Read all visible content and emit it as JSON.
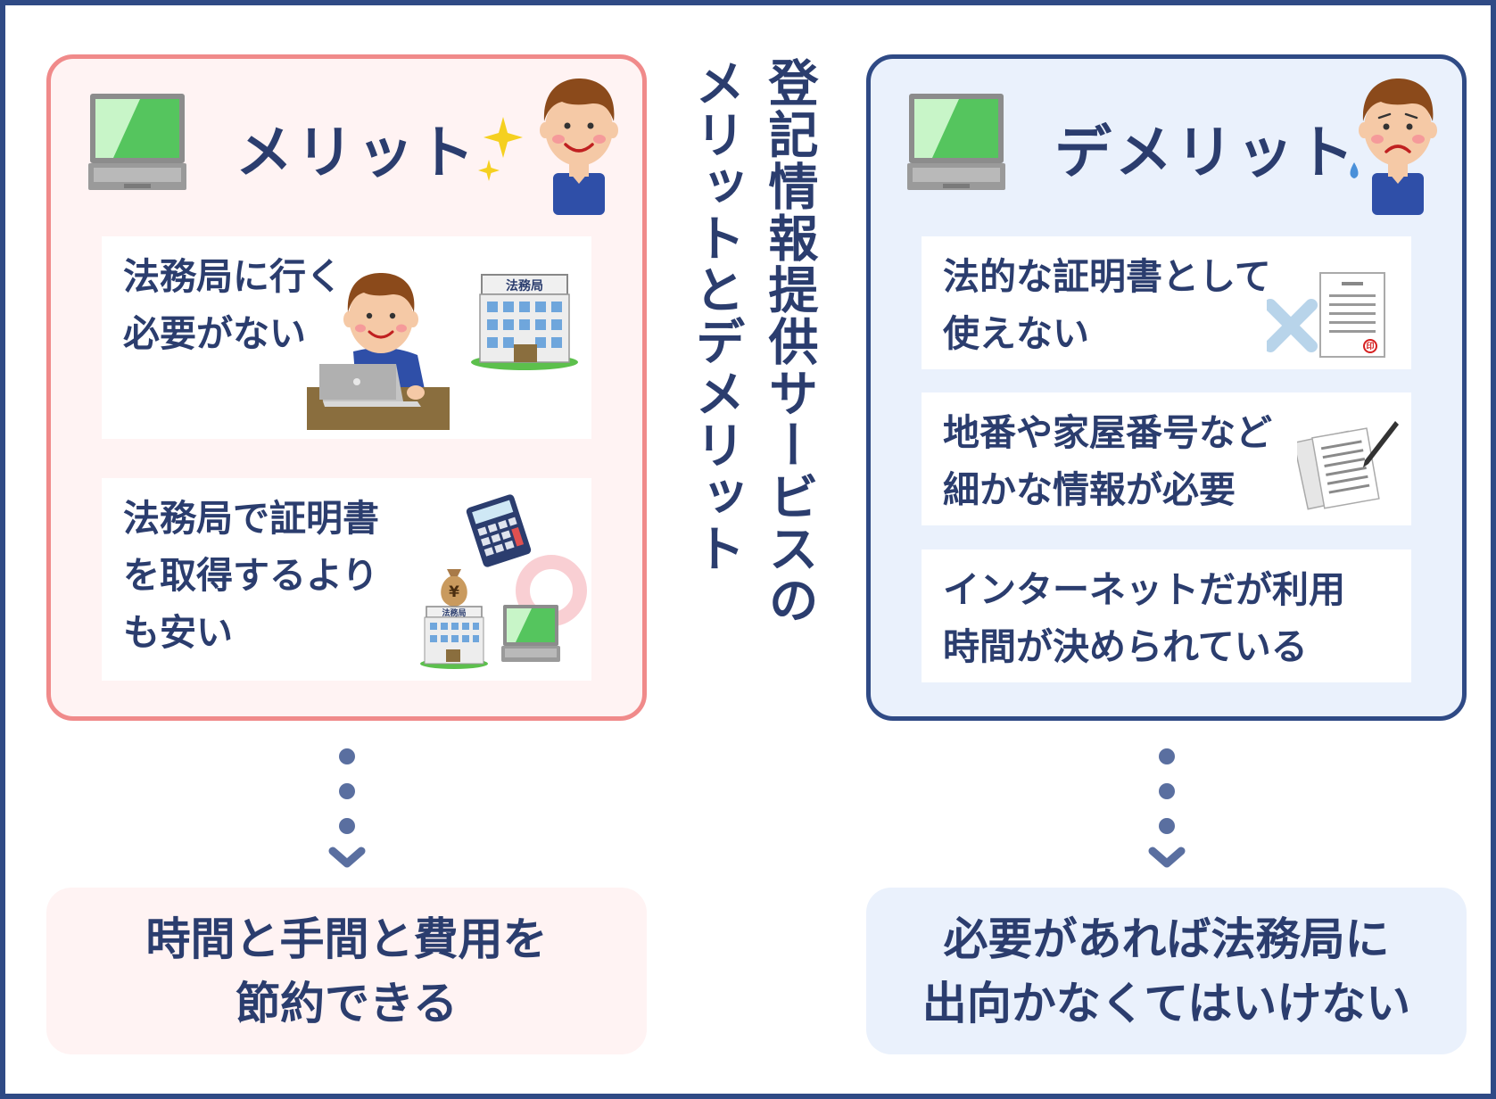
{
  "title": {
    "line1": "登記情報提供サービスの",
    "line2": "メリットとデメリット"
  },
  "merit": {
    "heading": "メリット",
    "items": [
      {
        "text": "法務局に行く\n必要がない"
      },
      {
        "text": "法務局で証明書\nを取得するより\nも安い"
      }
    ],
    "building_sign": "法務局",
    "building_sign_small": "法務局",
    "yen_symbol": "¥",
    "result": "時間と手間と費用を\n節約できる"
  },
  "demerit": {
    "heading": "デメリット",
    "items": [
      {
        "text": "法的な証明書として\n使えない"
      },
      {
        "text": "地番や家屋番号など\n細かな情報が必要"
      },
      {
        "text": "インターネットだが利用\n時間が決められている"
      }
    ],
    "seal_mark": "印",
    "result": "必要があれば法務局に\n出向かなくてはいけない"
  },
  "colors": {
    "navy": "#2f4a85",
    "text": "#2b3d6e",
    "merit_border": "#f08a8a",
    "merit_bg": "#fff3f3",
    "demerit_bg": "#eaf1fc",
    "screen_green": "#55c55e",
    "dot_color": "#5a6fa0"
  }
}
